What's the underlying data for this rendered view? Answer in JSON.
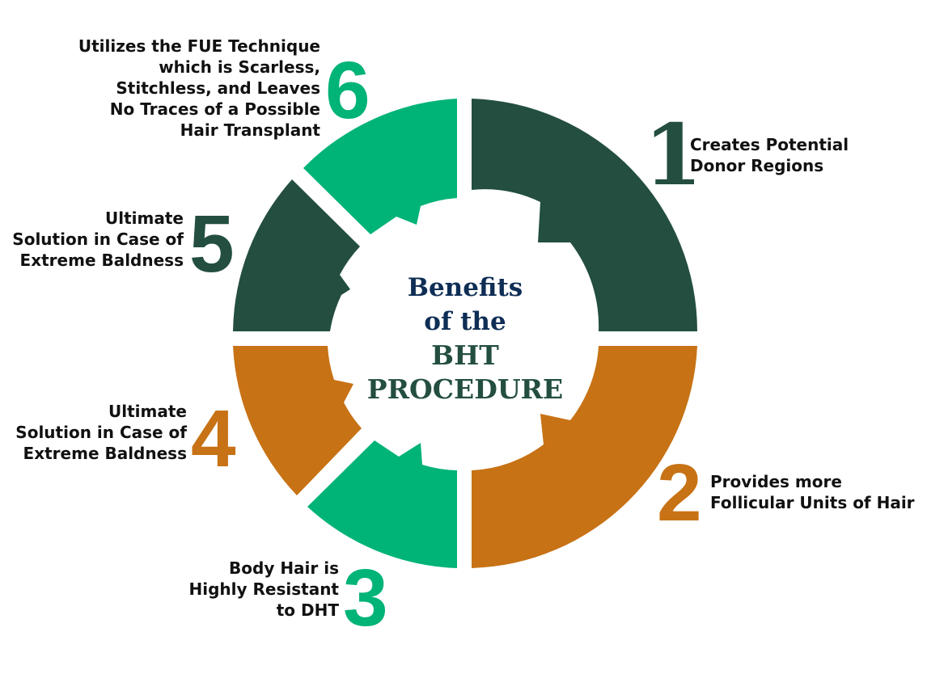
{
  "title": {
    "lines": [
      "Benefits",
      "of the",
      "BHT",
      "PROCEDURE"
    ],
    "colors": [
      "#0f2e55",
      "#0f2e55",
      "#234e40",
      "#234e40"
    ]
  },
  "colors": {
    "dark_green": "#234e40",
    "light_green": "#00b377",
    "orange": "#c77215",
    "navy": "#0f2e55",
    "text": "#111111"
  },
  "benefits": [
    {
      "number": "1",
      "color": "#234e40",
      "lines": [
        "Creates Potential",
        "Donor Regions"
      ]
    },
    {
      "number": "2",
      "color": "#c77215",
      "lines": [
        "Provides more",
        "Follicular Units of Hair"
      ]
    },
    {
      "number": "3",
      "color": "#00b377",
      "lines": [
        "Body Hair is",
        "Highly Resistant",
        "to DHT"
      ]
    },
    {
      "number": "4",
      "color": "#c77215",
      "lines": [
        "Ultimate",
        "Solution in Case of",
        "Extreme Baldness"
      ]
    },
    {
      "number": "5",
      "color": "#234e40",
      "lines": [
        "Ultimate",
        "Solution in Case of",
        "Extreme Baldness"
      ]
    },
    {
      "number": "6",
      "color": "#00b377",
      "lines": [
        "Utilizes the FUE Technique",
        "which is Scarless,",
        "Stitchless, and Leaves",
        "No Traces of a Possible",
        "Hair Transplant"
      ]
    }
  ]
}
